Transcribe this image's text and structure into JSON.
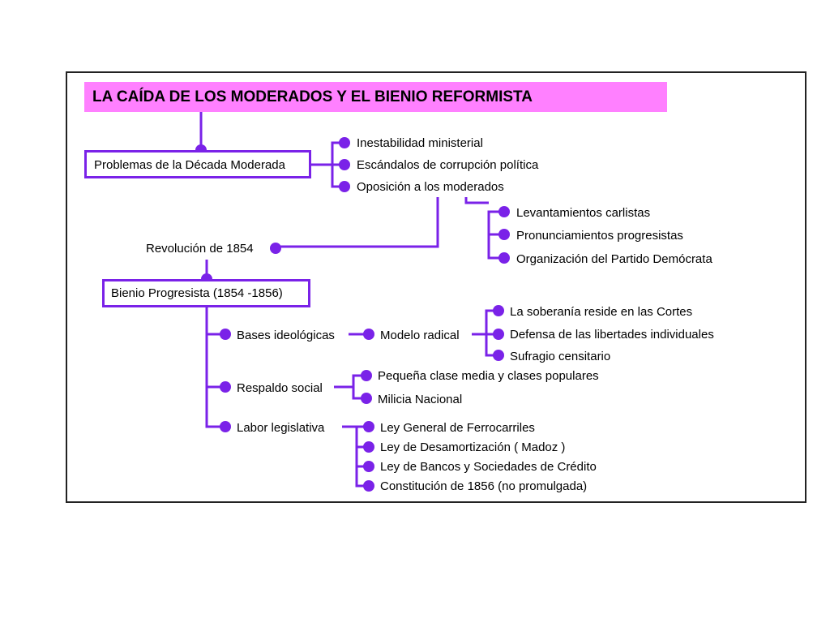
{
  "title": "LA CAÍDA DE LOS MODERADOS Y EL BIENIO REFORMISTA",
  "colors": {
    "accent": "#7a22e8",
    "title_bg": "#ff80ff",
    "frame": "#222222"
  },
  "problemas": {
    "label": "Problemas de la Década Moderada",
    "items": [
      "Inestabilidad ministerial",
      "Escándalos de corrupción política",
      "Oposición a los moderados"
    ]
  },
  "oposicion": {
    "items": [
      "Levantamientos carlistas",
      "Pronunciamientos progresistas",
      "Organización del Partido Demócrata"
    ]
  },
  "revolucion": {
    "label": "Revolución de 1854"
  },
  "bienio": {
    "label": "Bienio Progresista (1854  -1856)",
    "bases": {
      "label": "Bases ideológicas",
      "modelo": "Modelo radical",
      "items": [
        "La soberanía reside en las Cortes",
        "Defensa de las libertades individuales",
        "Sufragio  censitario"
      ]
    },
    "respaldo": {
      "label": "Respaldo social",
      "items": [
        "Pequeña clase media y clases populares",
        "Milicia Nacional"
      ]
    },
    "labor": {
      "label": "Labor legislativa",
      "items": [
        "Ley General de Ferrocarriles",
        "Ley de Desamortización (  Madoz )",
        "Ley de Bancos y Sociedades de Crédito",
        "Constitución de 1856 (no promulgada)"
      ]
    }
  }
}
